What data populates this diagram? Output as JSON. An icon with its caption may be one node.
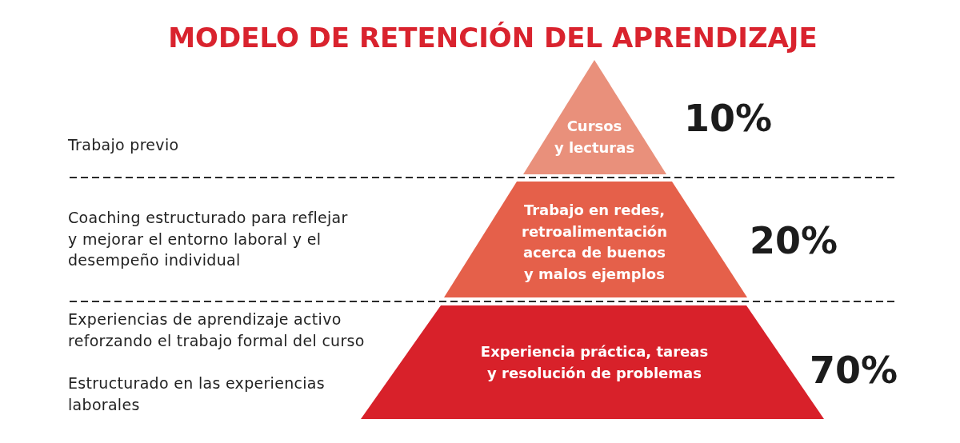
{
  "diagram": {
    "title": "MODELO DE RETENCIÓN DEL APRENDIZAJE",
    "nodes": [
      {
        "text": [
          "Cursos y lecturas"
        ],
        "beside": [
          "10%"
        ]
      },
      {
        "text": [
          "Trabajo en redes, retroalimentación acerca de buenos y malos ejemplos"
        ],
        "beside": [
          "20%"
        ]
      },
      {
        "text": [
          "Experiencia práctica, tareas y resolución de problemas"
        ],
        "beside": [
          "70%"
        ]
      }
    ],
    "labels": [
      "Trabajo previo",
      "Coaching estructurado para reflejar y mejorar el entorno laboral y el desempeño individual",
      "Experiencias de aprendizaje activo reforzando el trabajo formal del curso",
      "Estructurado en las experiencias laborales"
    ]
  }
}
